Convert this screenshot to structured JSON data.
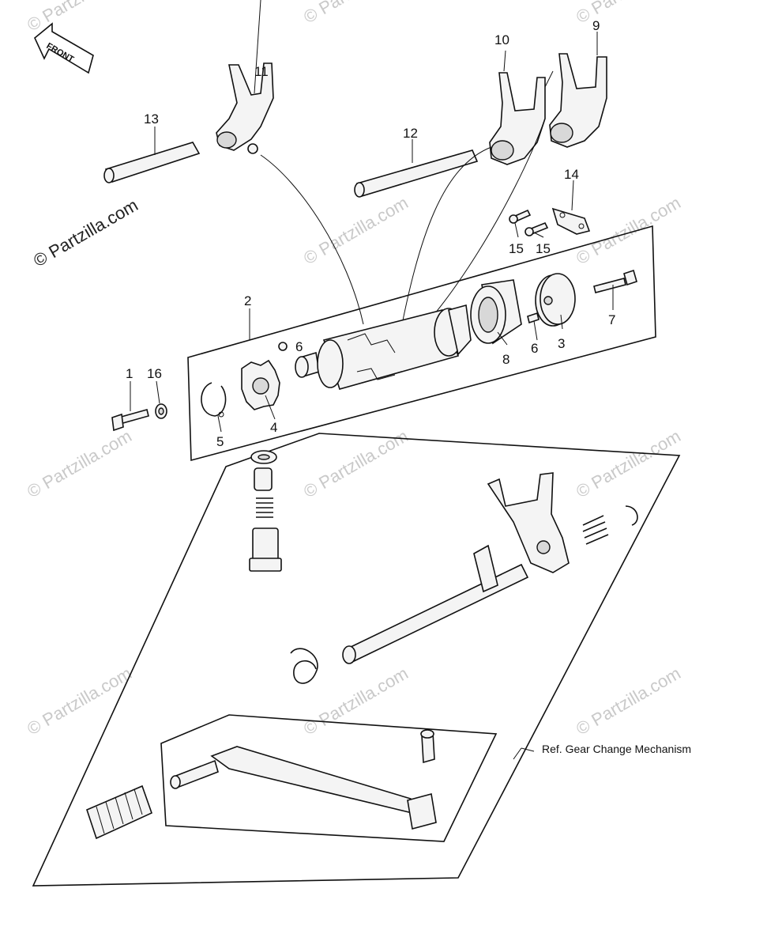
{
  "orientation": {
    "label": "FRONT"
  },
  "watermarks": {
    "main": "© Partzilla.com",
    "faded": "© Partzilla.com"
  },
  "callouts": {
    "n1": "1",
    "n2": "2",
    "n3": "3",
    "n4": "4",
    "n5": "5",
    "n6a": "6",
    "n6b": "6",
    "n7": "7",
    "n8": "8",
    "n9": "9",
    "n10": "10",
    "n11": "11",
    "n12": "12",
    "n13": "13",
    "n14": "14",
    "n15a": "15",
    "n15b": "15",
    "n16": "16"
  },
  "reference_note": "Ref. Gear Change Mechanism"
}
